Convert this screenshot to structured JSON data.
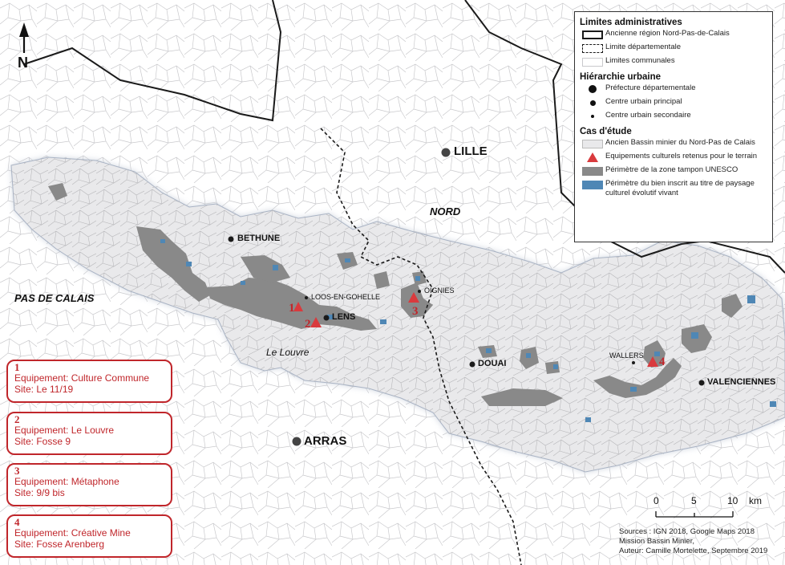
{
  "north": {
    "label": "N"
  },
  "legend": {
    "admin_title": "Limites administratives",
    "admin": [
      {
        "label": "Ancienne région Nord-Pas-de-Calais",
        "icon": "region-boundary-swatch"
      },
      {
        "label": "Limite départementale",
        "icon": "department-boundary-swatch"
      },
      {
        "label": "Limites communales",
        "icon": "municipal-boundary-swatch"
      }
    ],
    "urban_title": "Hiérarchie urbaine",
    "urban": [
      {
        "label": "Préfecture départementale",
        "icon": "large-dot-icon"
      },
      {
        "label": "Centre urbain principal",
        "icon": "medium-dot-icon"
      },
      {
        "label": "Centre urbain secondaire",
        "icon": "small-dot-icon"
      }
    ],
    "case_title": "Cas d'étude",
    "case": [
      {
        "label": "Ancien Bassin minier du Nord-Pas de Calais",
        "icon": "mining-basin-swatch",
        "color": "#e9e9eb"
      },
      {
        "label": "Equipements culturels retenus pour le terrain",
        "icon": "red-triangle-icon",
        "color": "#d93a3d"
      },
      {
        "label": "Périmètre de la zone tampon UNESCO",
        "icon": "buffer-zone-swatch",
        "color": "#898989"
      },
      {
        "label": "Périmètre du bien inscrit au titre de paysage culturel évolutif vivant",
        "icon": "inscribed-property-swatch",
        "color": "#4f87b5"
      }
    ]
  },
  "places": {
    "lille": "LILLE",
    "arras": "ARRAS",
    "bethune": "BETHUNE",
    "lens": "LENS",
    "douai": "DOUAI",
    "valenciennes": "VALENCIENNES",
    "loos": "LOOS-EN-GOHELLE",
    "oignies": "OIGNIES",
    "wallers": "WALLERS",
    "nord": "NORD",
    "pas_de_calais": "PAS DE CALAIS",
    "louvre": "Le Louvre"
  },
  "site_numbers": [
    "1",
    "2",
    "3",
    "4"
  ],
  "cases": [
    {
      "num": "1",
      "equipment": "Equipement: Culture Commune",
      "site": "Site: Le 11/19"
    },
    {
      "num": "2",
      "equipment": "Equipement: Le Louvre",
      "site": "Site: Fosse 9"
    },
    {
      "num": "3",
      "equipment": "Equipement: Métaphone",
      "site": "Site: 9/9 bis"
    },
    {
      "num": "4",
      "equipment": "Equipement: Créative Mine",
      "site": "Site: Fosse Arenberg"
    }
  ],
  "scale": {
    "ticks": [
      "0",
      "5",
      "10"
    ],
    "unit": "km"
  },
  "sources": [
    "Sources : IGN 2018, Google Maps 2018",
    "Mission Bassin Minier,",
    "Auteur: Camille Mortelette, Septembre 2019"
  ],
  "colors": {
    "basin": "#e9e9eb",
    "buffer": "#898989",
    "inscribed": "#4f87b5",
    "equipment": "#d93a3d",
    "case_border": "#c0262b"
  }
}
